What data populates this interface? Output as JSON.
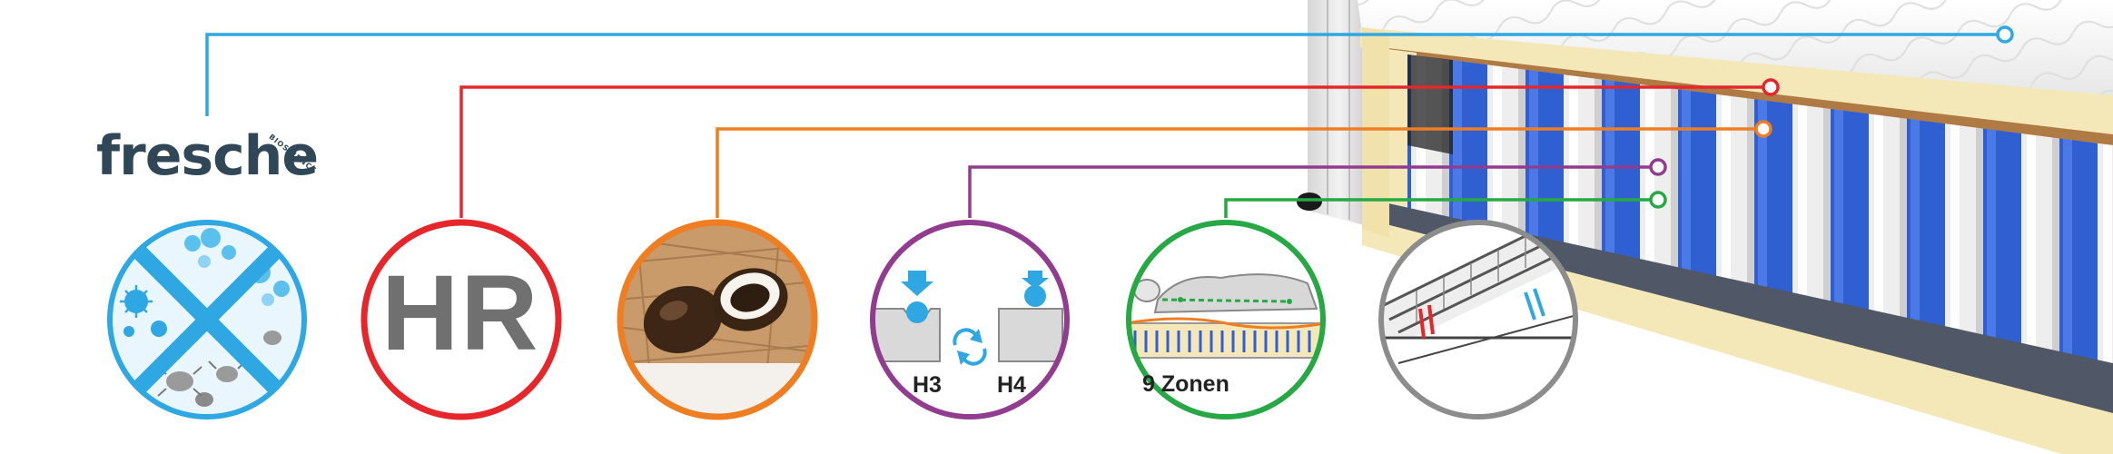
{
  "brand": {
    "name": "fresche",
    "tagline": "BIOSCIENCE"
  },
  "features": [
    {
      "id": "antibacterial",
      "color": "#2fa7e3"
    },
    {
      "id": "hr-foam",
      "label": "HR",
      "color": "#e5262b"
    },
    {
      "id": "coconut-fiber",
      "color": "#ef7d22"
    },
    {
      "id": "firmness",
      "labels": [
        "H3",
        "H4"
      ],
      "color": "#913c8f"
    },
    {
      "id": "zones",
      "label": "9 Zonen",
      "color": "#26a844"
    },
    {
      "id": "frame-spring",
      "color": "#8c8c8c"
    }
  ],
  "colors": {
    "blue": "#2fa7e3",
    "red": "#e5262b",
    "orange": "#ef7d22",
    "purple": "#913c8f",
    "green": "#26a844",
    "gray": "#8c8c8c",
    "logo": "#2f4757",
    "hr_gray": "#707070",
    "spring_blue": "#2f5fd0",
    "spring_white": "#f1f1f1",
    "mattress_beige": "#f4e8b8",
    "cover": "#f6f6f6"
  },
  "icons": {
    "mattress": "mattress-cross-section-icon",
    "antibacterial": "antibacterial-circle-icon",
    "coconut": "coconut-icon",
    "firmness": "firmness-compare-icon",
    "zones": "sleeping-person-zones-icon",
    "frame": "frame-spring-icon"
  }
}
